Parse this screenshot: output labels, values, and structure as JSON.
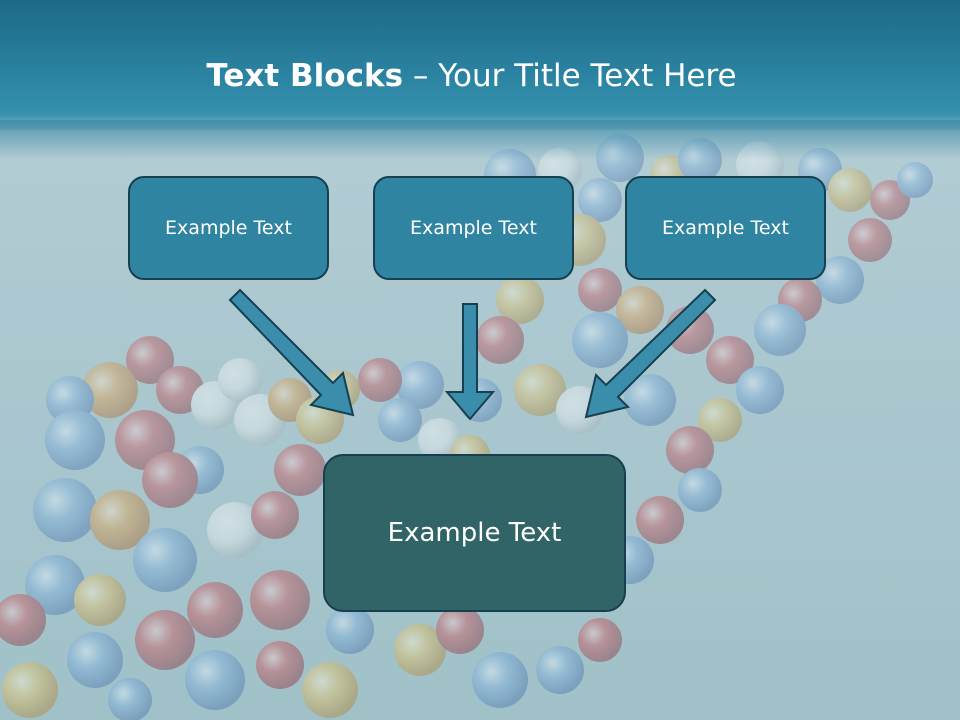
{
  "title": {
    "bold": "Text Blocks",
    "dash": " – ",
    "regular": "Your Title Text Here"
  },
  "blocks": [
    {
      "text": "Example Text"
    },
    {
      "text": "Example Text"
    },
    {
      "text": "Example Text"
    }
  ],
  "result": {
    "text": "Example Text"
  },
  "colors": {
    "header": "#2b84a2",
    "small_block_fill": "#2f84a2",
    "big_block_fill": "#316467",
    "block_border": "#163f4f",
    "arrow_fill": "#3a8eab"
  }
}
